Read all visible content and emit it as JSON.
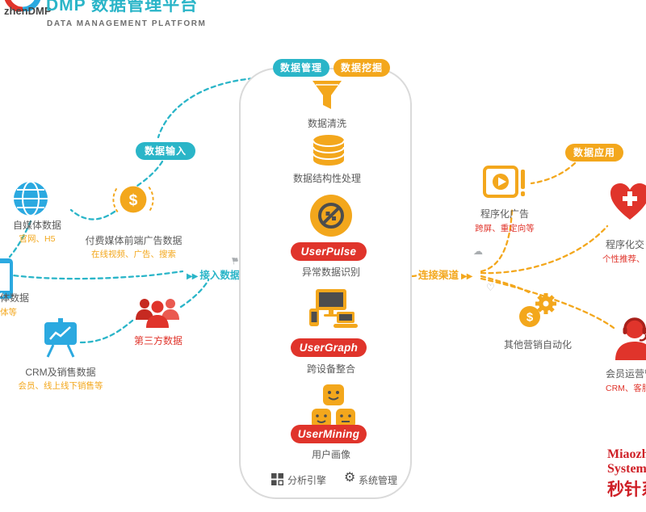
{
  "colors": {
    "teal": "#2ab5c8",
    "yellow": "#f3a71c",
    "red": "#e0342b",
    "blue": "#2ba9e0",
    "text_gray": "#5a5a5a"
  },
  "header": {
    "logo_text": "zhenDMP",
    "title": "DMP 数据管理平台",
    "subtitle": "DATA MANAGEMENT PLATFORM"
  },
  "badges": {
    "data_input": "数据输入",
    "data_management": "数据管理",
    "data_mining": "数据挖掘",
    "data_application": "数据应用"
  },
  "flow": {
    "arrows": "▶▶",
    "connect_in": "接入数据",
    "connect_out": "连接渠道"
  },
  "sources": [
    {
      "label": "自媒体数据",
      "sub": "官网、H5"
    },
    {
      "label": "付费媒体前端广告数据",
      "sub": "在线视频、广告、搜索"
    },
    {
      "label": "体数据",
      "sub": "体等"
    },
    {
      "label": "CRM及销售数据",
      "sub": "会员、线上线下销售等"
    },
    {
      "label": "第三方数据"
    }
  ],
  "pipeline": {
    "steps": [
      {
        "label": "数据清洗"
      },
      {
        "label": "数据结构性处理"
      },
      {
        "pill": "UserPulse",
        "label": "异常数据识别"
      },
      {
        "pill": "UserGraph",
        "label": "跨设备整合"
      },
      {
        "pill": "UserMining",
        "label": "用户画像"
      }
    ],
    "footer": [
      {
        "label": "分析引擎"
      },
      {
        "label": "系统管理"
      }
    ]
  },
  "applications": [
    {
      "label": "程序化广告",
      "sub": "跨屏、重定向等"
    },
    {
      "label": "程序化交",
      "sub": "个性推荐、"
    },
    {
      "label": "其他营销自动化"
    },
    {
      "label": "会员运营管",
      "sub": "CRM、客服"
    }
  ],
  "brand": {
    "line1": "Miaozhen",
    "line2": "Systems",
    "line3": "秒针系"
  },
  "glyphs": {
    "dollar": "$",
    "gear": "⚙"
  }
}
